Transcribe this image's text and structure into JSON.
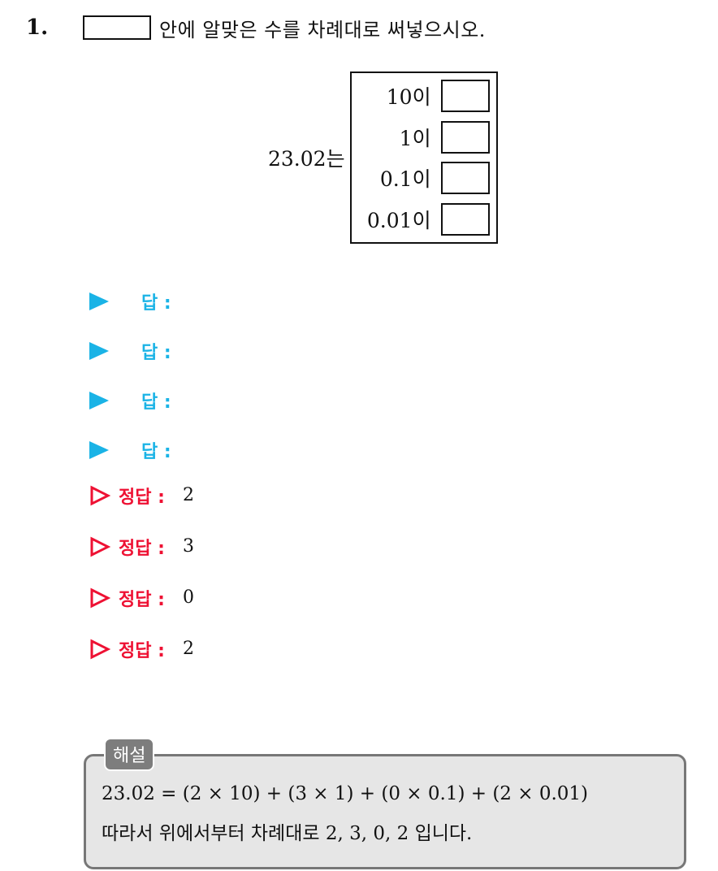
{
  "question": {
    "number": "1.",
    "text": "안에 알맞은 수를 차례대로 써넣으시오."
  },
  "figure": {
    "lead": "23.02는",
    "rows": [
      {
        "label": "10이"
      },
      {
        "label": "1이"
      },
      {
        "label": "0.1이"
      },
      {
        "label": "0.01이"
      }
    ]
  },
  "answers": [
    {
      "label": "답 :"
    },
    {
      "label": "답 :"
    },
    {
      "label": "답 :"
    },
    {
      "label": "답 :"
    }
  ],
  "solutions": [
    {
      "label": "정답 :",
      "value": "2"
    },
    {
      "label": "정답 :",
      "value": "3"
    },
    {
      "label": "정답 :",
      "value": "0"
    },
    {
      "label": "정답 :",
      "value": "2"
    }
  ],
  "explanation": {
    "tag": "해설",
    "line1": "23.02 = (2 × 10) + (3 × 1) + (0 × 0.1) + (2 × 0.01)",
    "line2": "따라서 위에서부터 차례대로 2, 3, 0, 2 입니다."
  },
  "colors": {
    "answer_accent": "#1ab3e6",
    "solution_accent": "#ee1133",
    "explain_bg": "#e6e6e6",
    "explain_border": "#777777"
  }
}
